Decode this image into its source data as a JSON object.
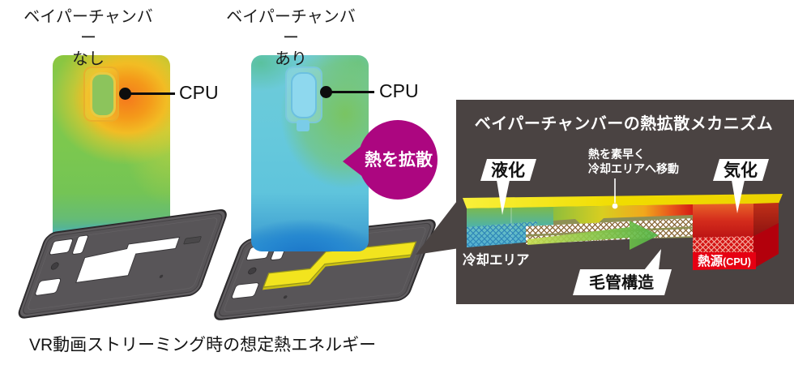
{
  "left_phone": {
    "title_line1": "ベイパーチャンバー",
    "title_line2": "なし",
    "cpu_label": "CPU"
  },
  "mid_phone": {
    "title_line1": "ベイパーチャンバー",
    "title_line2": "あり",
    "cpu_label": "CPU"
  },
  "heat_bubble": {
    "label": "熱を拡散",
    "color": "#ac0680"
  },
  "caption": "VR動画ストリーミング時の想定熱エネルギー",
  "mechanism_panel": {
    "title": "ベイパーチャンバーの熱拡散メカニズム",
    "bg_color": "#4a4342",
    "liquefaction_label": "液化",
    "vaporization_label": "気化",
    "heat_move_line1": "熱を素早く",
    "heat_move_line2": "冷却エリアへ移動",
    "cooling_area_label": "冷却エリア",
    "capillary_label": "毛管構造",
    "heat_source_label": "熱源",
    "heat_source_sub_label": "(CPU)",
    "colors": {
      "vapor_chamber_yellow": "#f2e41e",
      "heat_source_red": "#e60012",
      "cool_area_blue": "#2f9cc8",
      "hot_end_red": "#d41c14",
      "slab_top_yellow": "#f0dc00"
    }
  }
}
